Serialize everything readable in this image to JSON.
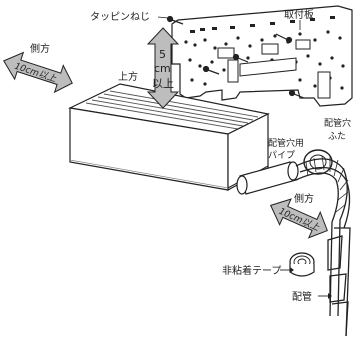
{
  "labels": {
    "tapping_screw": "タッピンねじ",
    "mounting_plate": "取付板",
    "side_left": "側方",
    "side_left_dist": "10cm以上",
    "top": "上方",
    "top_5": "5",
    "top_cm": "cm",
    "top_ijou": "以上",
    "pipe_hole_pipe_1": "配管穴用",
    "pipe_hole_pipe_2": "パイプ",
    "pipe_hole_cover_1": "配管穴",
    "pipe_hole_cover_2": "ふた",
    "side_right": "側方",
    "side_right_dist": "10cm以上",
    "non_adhesive_tape": "非粘着テープ",
    "piping": "配管"
  },
  "colors": {
    "arrow_fill": "#bdbdbd",
    "line": "#222222",
    "unit_fill": "#ffffff",
    "grille": "#444444"
  }
}
